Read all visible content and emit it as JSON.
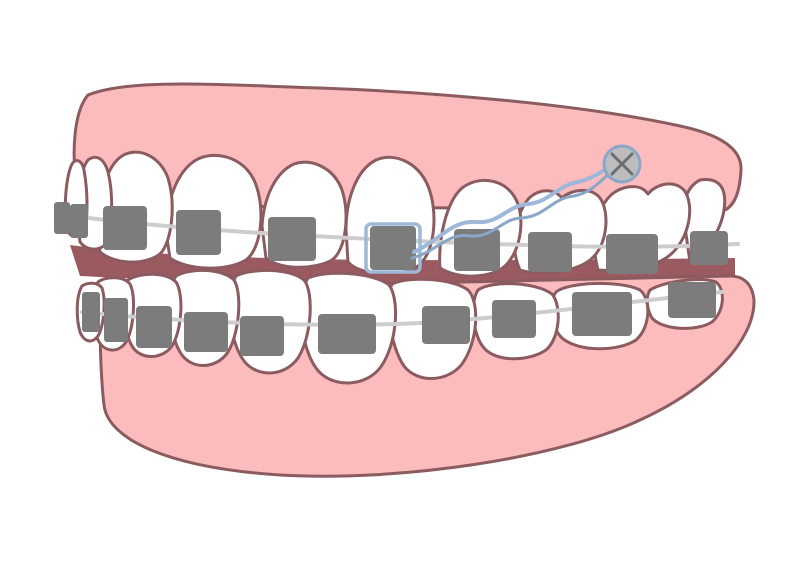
{
  "illustration": {
    "subject": "teeth-with-braces",
    "view": "side-angle",
    "colors": {
      "gum": "#FCBCBD",
      "outline": "#8C5B60",
      "tooth": "#FFFFFF",
      "mouth_interior": "#9A5A60",
      "bracket": "#7C7C7C",
      "archwire": "#CDCDCD",
      "ligature_wire": "#9DB8D8",
      "ligature_wire_dark": "#8AA6C8",
      "screw_fill": "#BDBDBD",
      "screw_ring": "#8AA6C8",
      "screw_cross": "#6E6E6E"
    },
    "icons": [
      "mini-screw-icon"
    ],
    "upper_bracket_count": 9,
    "lower_bracket_count": 9
  }
}
